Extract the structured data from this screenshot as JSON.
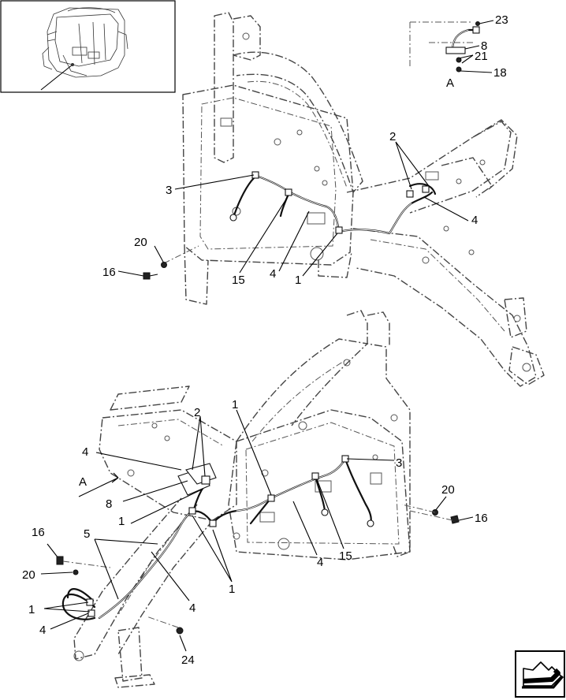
{
  "view_labels": {
    "detail": "A",
    "arrow": "A"
  },
  "callouts": {
    "top": {
      "c3": "3",
      "c20": "20",
      "c16": "16",
      "c15": "15",
      "c4a": "4",
      "c1": "1",
      "c2": "2",
      "c4b": "4"
    },
    "detail": {
      "c23": "23",
      "c8": "8",
      "c21": "21",
      "c18": "18"
    },
    "bottom": {
      "c1top": "1",
      "c2": "2",
      "c4": "4",
      "c8": "8",
      "c1mid": "1",
      "c3": "3",
      "c20r": "20",
      "c16r": "16",
      "c16l": "16",
      "c5": "5",
      "c20l": "20",
      "c1left": "1",
      "c4left": "4",
      "c4low": "4",
      "c4mid": "4",
      "c15": "15",
      "c1low": "1",
      "c24": "24"
    }
  },
  "colors": {
    "line": "#111111",
    "frame": "#444444",
    "background": "#ffffff"
  },
  "icons": {
    "nav_button": "next-page-arrow-icon"
  }
}
